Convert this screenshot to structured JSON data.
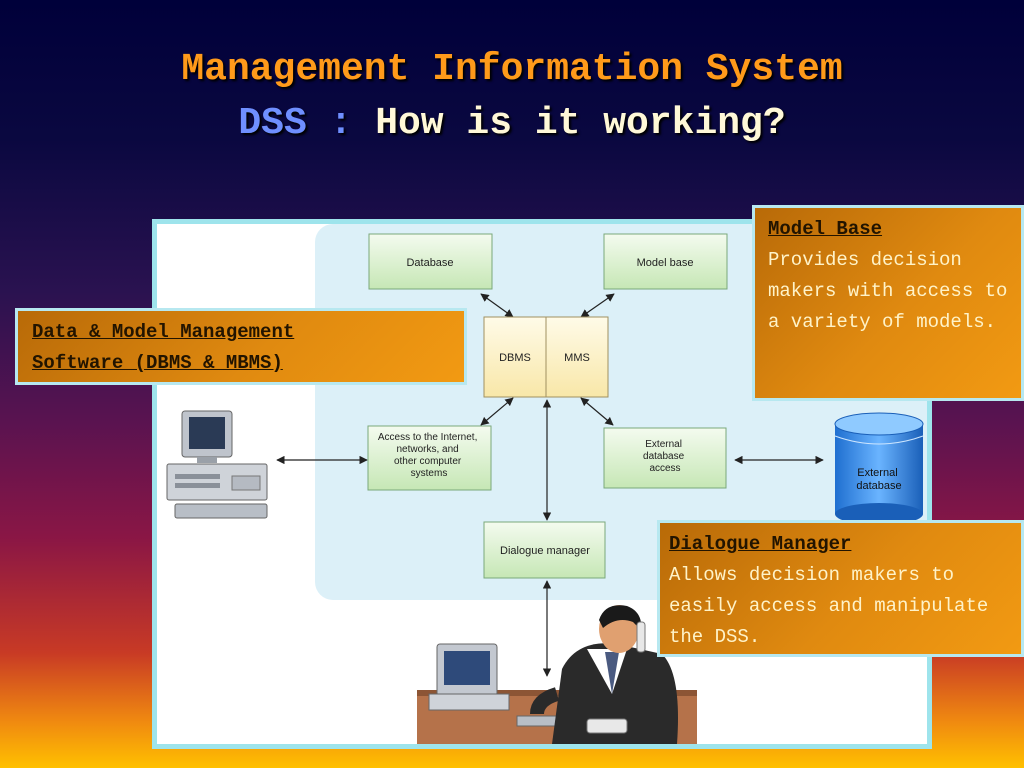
{
  "title": {
    "line1": "Management Information System",
    "dss": "DSS :",
    "question": "How is it working?"
  },
  "diagram": {
    "database": "Database",
    "model_base": "Model base",
    "dbms": "DBMS",
    "mms": "MMS",
    "access_line1": "Access to the Internet,",
    "access_line2": "networks, and",
    "access_line3": "other computer",
    "access_line4": "systems",
    "ext_access_line1": "External",
    "ext_access_line2": "database",
    "ext_access_line3": "access",
    "ext_db_line1": "External",
    "ext_db_line2": "database",
    "dialogue_manager": "Dialogue manager"
  },
  "callouts": {
    "data_model": {
      "head_line1": "Data & Model Management",
      "head_line2": "Software (DBMS & MBMS)"
    },
    "model_base": {
      "head": "Model Base",
      "body": "Provides decision makers with access to a variety of models."
    },
    "dialogue": {
      "head": "Dialogue Manager",
      "body": "Allows decision makers to easily access and manipulate the DSS."
    }
  }
}
